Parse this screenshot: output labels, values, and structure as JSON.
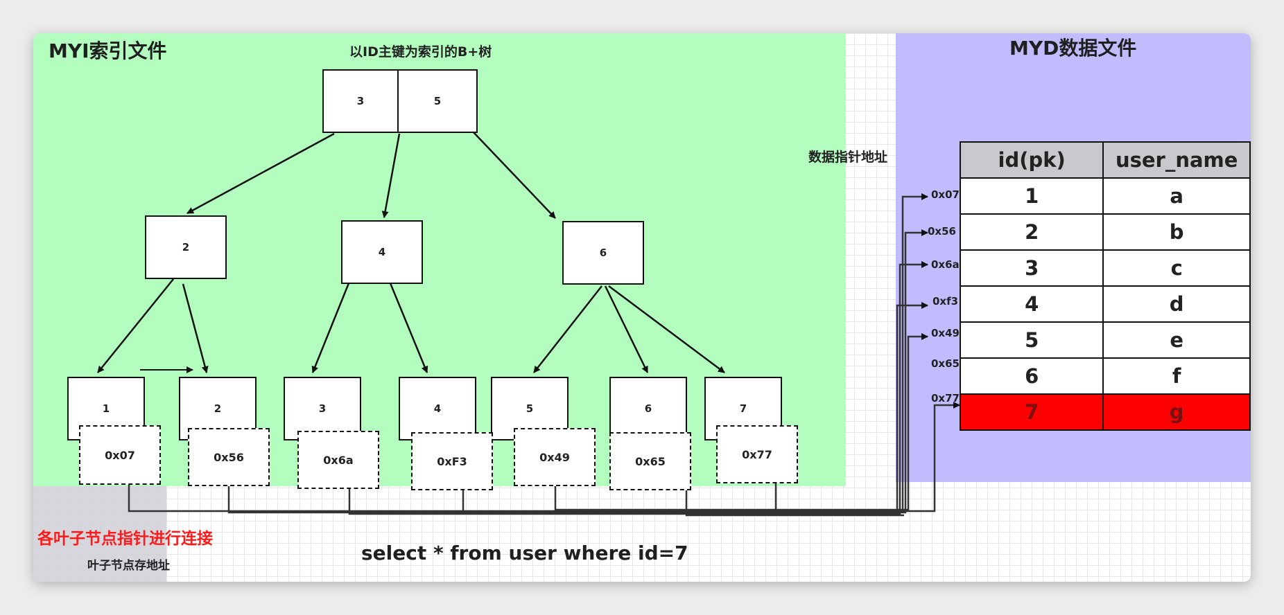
{
  "myi": {
    "title": "MYI索引文件",
    "subtitle": "以ID主键为索引的B+树",
    "root": [
      "3",
      "5"
    ],
    "internal": [
      "2",
      "4",
      "6"
    ],
    "leaves": [
      "1",
      "2",
      "3",
      "4",
      "5",
      "6",
      "7"
    ],
    "leaf_addrs": [
      "0x07",
      "0x56",
      "0x6a",
      "0xF3",
      "0x49",
      "0x65",
      "0x77"
    ],
    "leaf_link_caption": "各叶子节点指针进行连接",
    "leaf_addr_caption": "叶子节点存地址"
  },
  "pointer_caption": "数据指针地址",
  "myd": {
    "title": "MYD数据文件",
    "columns": [
      "id(pk)",
      "user_name"
    ],
    "rows": [
      {
        "addr": "0x07",
        "id": "1",
        "name": "a"
      },
      {
        "addr": "0x56",
        "id": "2",
        "name": "b"
      },
      {
        "addr": "0x6a",
        "id": "3",
        "name": "c"
      },
      {
        "addr": "0xf3",
        "id": "4",
        "name": "d"
      },
      {
        "addr": "0x49",
        "id": "5",
        "name": "e"
      },
      {
        "addr": "0x65",
        "id": "6",
        "name": "f"
      },
      {
        "addr": "0x77",
        "id": "7",
        "name": "g"
      }
    ],
    "highlight_row": 6,
    "highlight_color": "#ff0000"
  },
  "query": "select * from user where id=7",
  "colors": {
    "myi_panel": "#b3fdbe",
    "myd_panel": "#c0bcfe",
    "caption_red": "#ff1a1a"
  }
}
